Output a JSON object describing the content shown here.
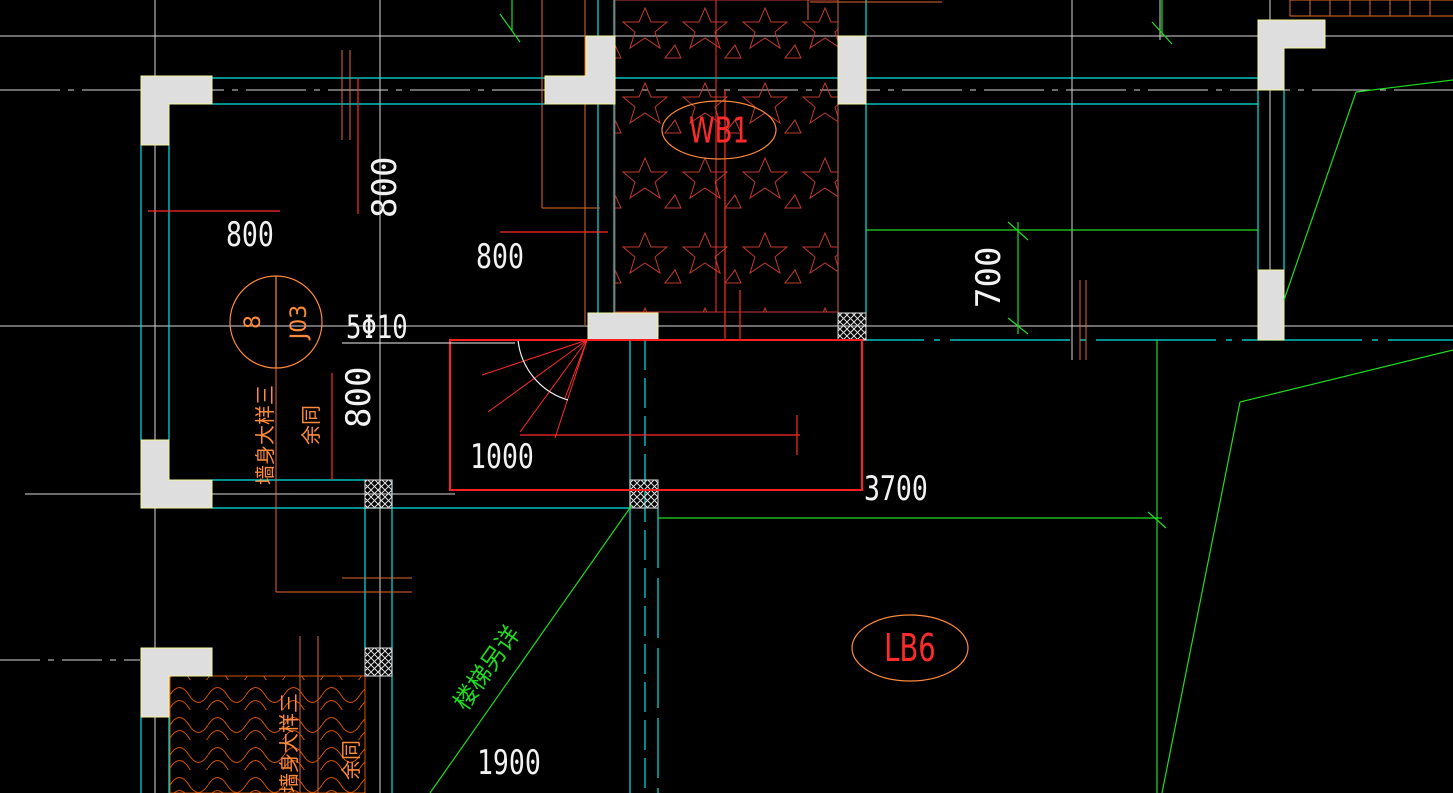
{
  "viewport": {
    "background": "#000000",
    "colors": {
      "wall": "#00e5e5",
      "axis": "#d8d8d8",
      "rebar": "#ff2a2a",
      "note": "#ff8a3a",
      "hatch": "#d35400",
      "green": "#1fdc1f",
      "column": "#dedede",
      "selection": "#ff2020",
      "text": "#f2f2f2"
    }
  },
  "dimensions": {
    "d800_a": "800",
    "d800_b": "800",
    "d800_v1": "800",
    "d800_v2": "800",
    "d700": "700",
    "d1000": "1000",
    "d3700": "3700",
    "d1900": "1900"
  },
  "rebar_label": "5Φ10",
  "tags": {
    "wb1": "WB1",
    "lb6": "LB6",
    "detail_num": "8",
    "detail_sheet": "J03"
  },
  "notes": {
    "wall_note_a": "墙身大样三",
    "wall_note_b": "余同",
    "wall_note_c": "墙身大样三",
    "wall_note_d": "余同",
    "stair_note": "楼梯另详"
  }
}
